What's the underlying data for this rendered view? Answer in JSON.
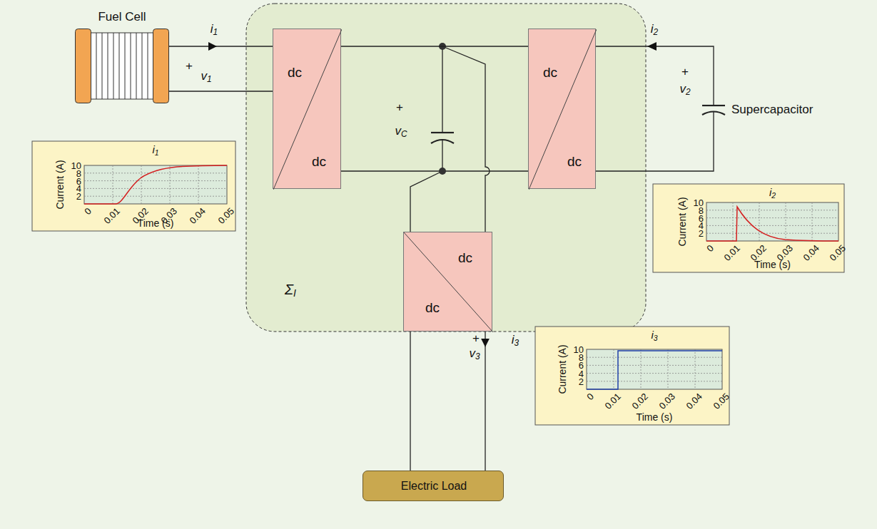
{
  "diagram": {
    "nodes": [
      {
        "text": [
          "Fuel Cell"
        ]
      },
      {
        "text": [
          "ΣI"
        ]
      },
      {
        "text": [
          "dc",
          "dc"
        ],
        "in": 1
      },
      {
        "text": [
          "dc",
          "dc"
        ],
        "in": 1
      },
      {
        "text": [
          "dc",
          "dc"
        ],
        "in": 1
      },
      {
        "text": [
          "i1",
          "Current (A)",
          "Time (s)"
        ]
      },
      {
        "text": [
          "i2",
          "Current (A)",
          "Time (s)"
        ]
      },
      {
        "text": [
          "i3",
          "Current (A)",
          "Time (s)"
        ]
      },
      {
        "text": [
          "Electric Load"
        ]
      }
    ],
    "edges": [
      {
        "from": 0,
        "to": 2,
        "arrow": "to"
      },
      {
        "from": 2,
        "to": 3,
        "arrow": "none"
      },
      {
        "from": 4,
        "to": 8,
        "arrow": "to"
      }
    ],
    "labels": [
      "i1",
      "+",
      "v1",
      "+",
      "vC",
      "i2",
      "+",
      "v2",
      "Supercapacitor",
      "+",
      "v3",
      "i3",
      "2",
      "4",
      "6",
      "8",
      "10",
      "0",
      "0.01",
      "0.02",
      "0.03",
      "0.04",
      "0.05",
      "2",
      "4",
      "6",
      "8",
      "10",
      "0",
      "0.01",
      "0.02",
      "0.03",
      "0.04",
      "0.05",
      "2",
      "4",
      "6",
      "8",
      "10",
      "0",
      "0.01",
      "0.02",
      "0.03",
      "0.04",
      "0.05"
    ]
  }
}
